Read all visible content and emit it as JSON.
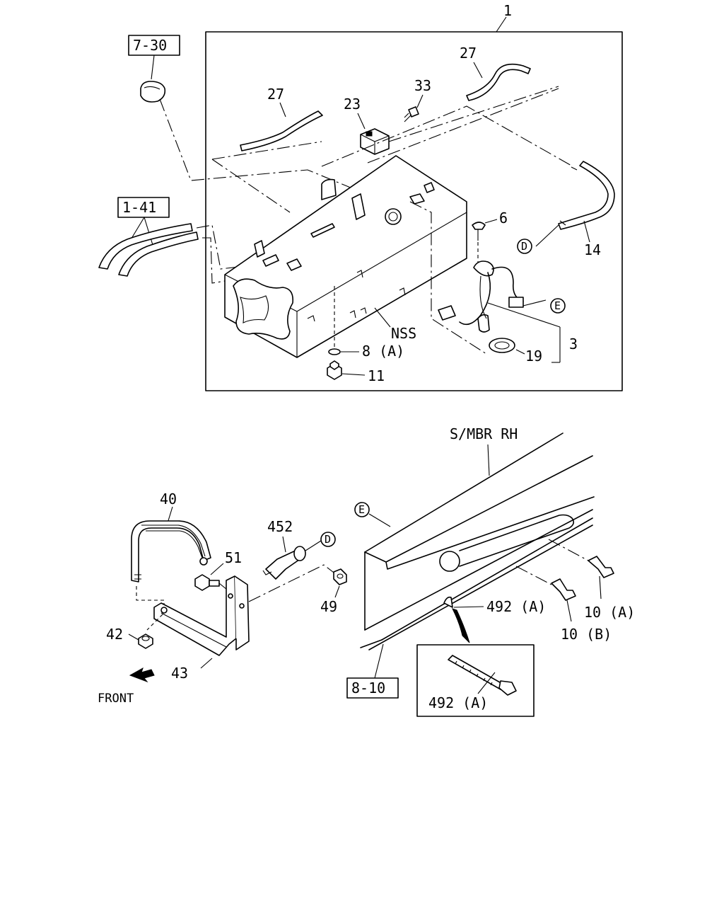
{
  "callouts": {
    "c1": "1",
    "c7_30": "7-30",
    "c27a": "27",
    "c27b": "27",
    "c23": "23",
    "c33": "33",
    "c1_41": "1-41",
    "c6": "6",
    "cD1": "D",
    "c14": "14",
    "cE1": "E",
    "nss": "NSS",
    "c8a": "8 (A)",
    "c3": "3",
    "c19": "19",
    "c11": "11",
    "smbr": "S/MBR RH",
    "cE2": "E",
    "c40": "40",
    "c452": "452",
    "cD2": "D",
    "c51": "51",
    "c49": "49",
    "c492a_1": "492 (A)",
    "c10a": "10 (A)",
    "c10b": "10 (B)",
    "c42": "42",
    "c43": "43",
    "front": "FRONT",
    "c8_10": "8-10",
    "c492a_2": "492 (A)"
  },
  "colors": {
    "ink": "#000000",
    "paper": "#ffffff"
  }
}
